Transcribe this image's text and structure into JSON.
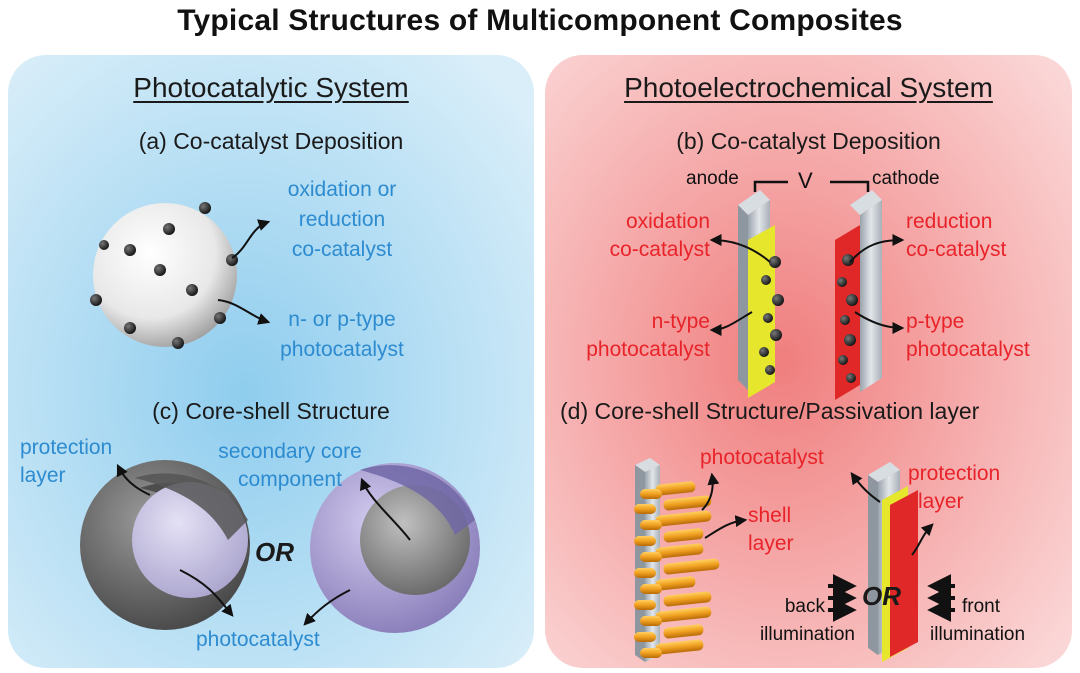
{
  "title": "Typical Structures of Multicomponent Composites",
  "left_panel": {
    "title": "Photocatalytic System",
    "a": {
      "title": "(a) Co-catalyst Deposition",
      "cocatalyst_line1": "oxidation or",
      "cocatalyst_line2": "reduction",
      "cocatalyst_line3": "co-catalyst",
      "photocatalyst_line1": "n- or p-type",
      "photocatalyst_line2": "photocatalyst"
    },
    "c": {
      "title": "(c) Core-shell Structure",
      "protection_line1": "protection",
      "protection_line2": "layer",
      "secondary_line1": "secondary core",
      "secondary_line2": "component",
      "or": "OR",
      "photocatalyst": "photocatalyst"
    }
  },
  "right_panel": {
    "title": "Photoelectrochemical System",
    "b": {
      "title": "(b) Co-catalyst Deposition",
      "anode": "anode",
      "voltage": "V",
      "cathode": "cathode",
      "ox_line1": "oxidation",
      "ox_line2": "co-catalyst",
      "red_line1": "reduction",
      "red_line2": "co-catalyst",
      "n_line1": "n-type",
      "n_line2": "photocatalyst",
      "p_line1": "p-type",
      "p_line2": "photocatalyst"
    },
    "d": {
      "title": "(d) Core-shell Structure/Passivation layer",
      "photocatalyst": "photocatalyst",
      "protection_line1": "protection",
      "protection_line2": "layer",
      "shell_line1": "shell",
      "shell_line2": "layer",
      "or": "OR",
      "back_line1": "back",
      "back_line2": "illumination",
      "front_line1": "front",
      "front_line2": "illumination"
    }
  },
  "colors": {
    "blue_text": "#2d8bd0",
    "red_text": "#e8242a",
    "blue_panel": "#bfe3f5",
    "red_panel": "#f6b3b3",
    "yellow_layer": "#e8e830",
    "red_layer": "#e02828",
    "rod_orange": "#f0a020"
  }
}
